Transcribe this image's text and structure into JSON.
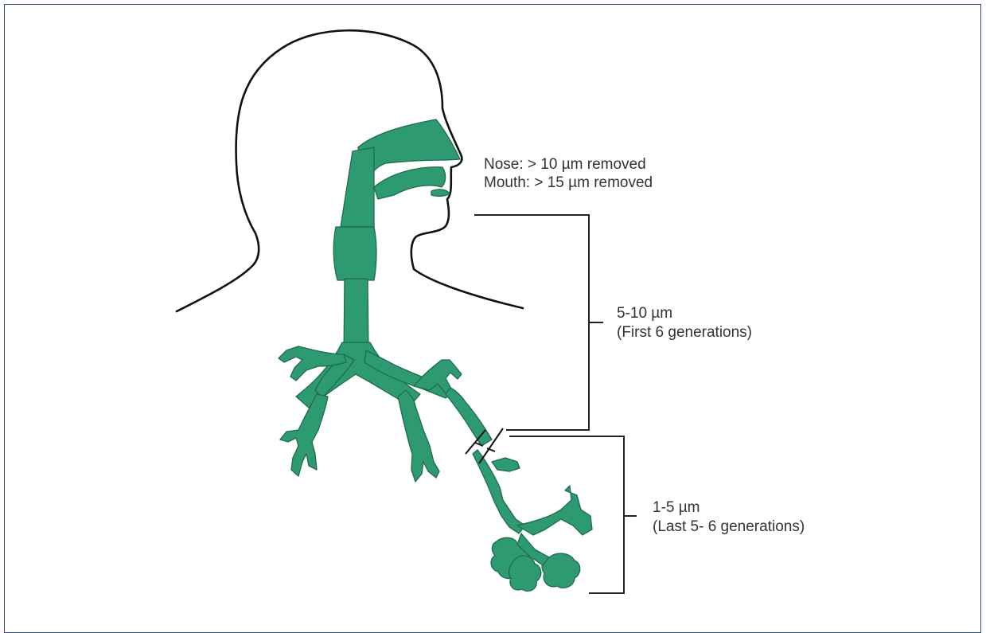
{
  "colors": {
    "airway": "#2e9a72",
    "airway_edge": "#1f6b4e",
    "outline": "#111111",
    "frame": "#2f4a8a",
    "text": "#333333"
  },
  "labels": {
    "nose": "Nose: > 10 µm removed",
    "mouth": "Mouth: > 15 µm removed",
    "upper_size": "5-10 µm",
    "upper_note": "(First 6 generations)",
    "lower_size": "1-5 µm",
    "lower_note": "(Last 5- 6 generations)"
  }
}
